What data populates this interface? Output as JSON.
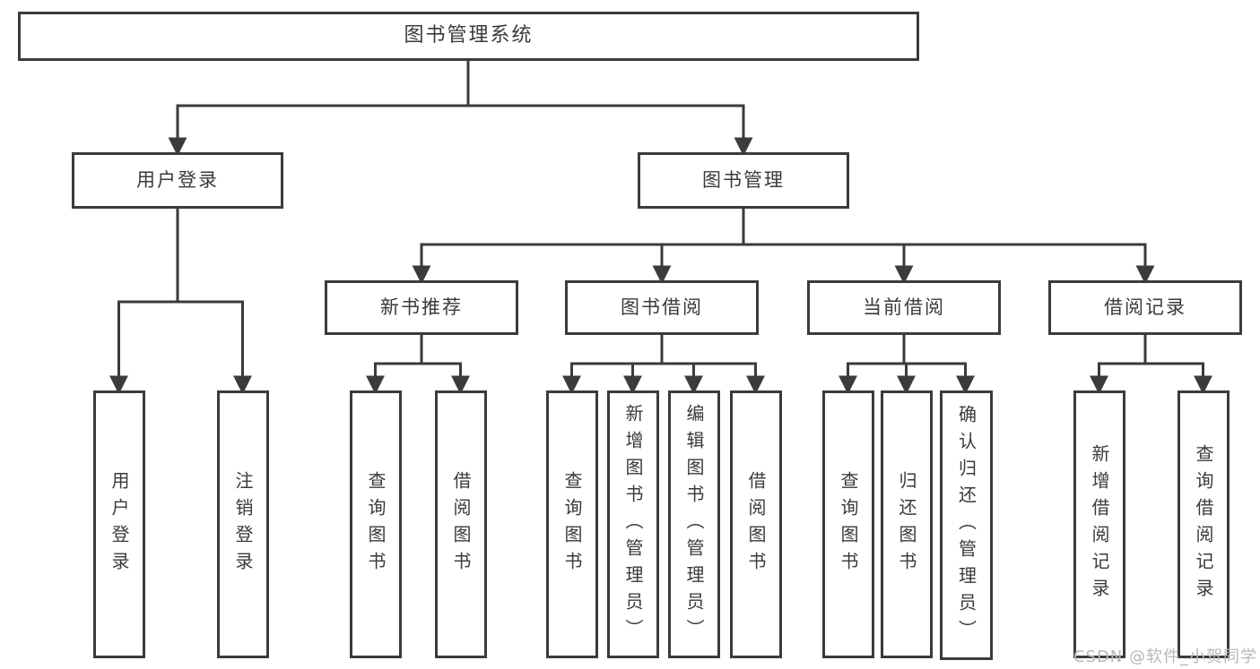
{
  "diagram_title": "图书管理系统",
  "tree": {
    "root_label": "图书管理系统",
    "branches": [
      {
        "label": "用户登录",
        "leaves": [
          "用户登录",
          "注销登录"
        ]
      },
      {
        "label": "图书管理",
        "groups": [
          {
            "label": "新书推荐",
            "leaves": [
              "查询图书",
              "借阅图书"
            ]
          },
          {
            "label": "图书借阅",
            "leaves": [
              "查询图书",
              "新增图书（管理员）",
              "编辑图书（管理员）",
              "借阅图书"
            ]
          },
          {
            "label": "当前借阅",
            "leaves": [
              "查询图书",
              "归还图书",
              "确认归还（管理员）"
            ]
          },
          {
            "label": "借阅记录",
            "leaves": [
              "新增借阅记录",
              "查询借阅记录"
            ]
          }
        ]
      }
    ]
  },
  "colors": {
    "line": "#3b3b3b",
    "text": "#333333",
    "watermark": "#b8b8b8",
    "background": "#ffffff"
  },
  "watermark": "CSDN @软件_小贺同学"
}
